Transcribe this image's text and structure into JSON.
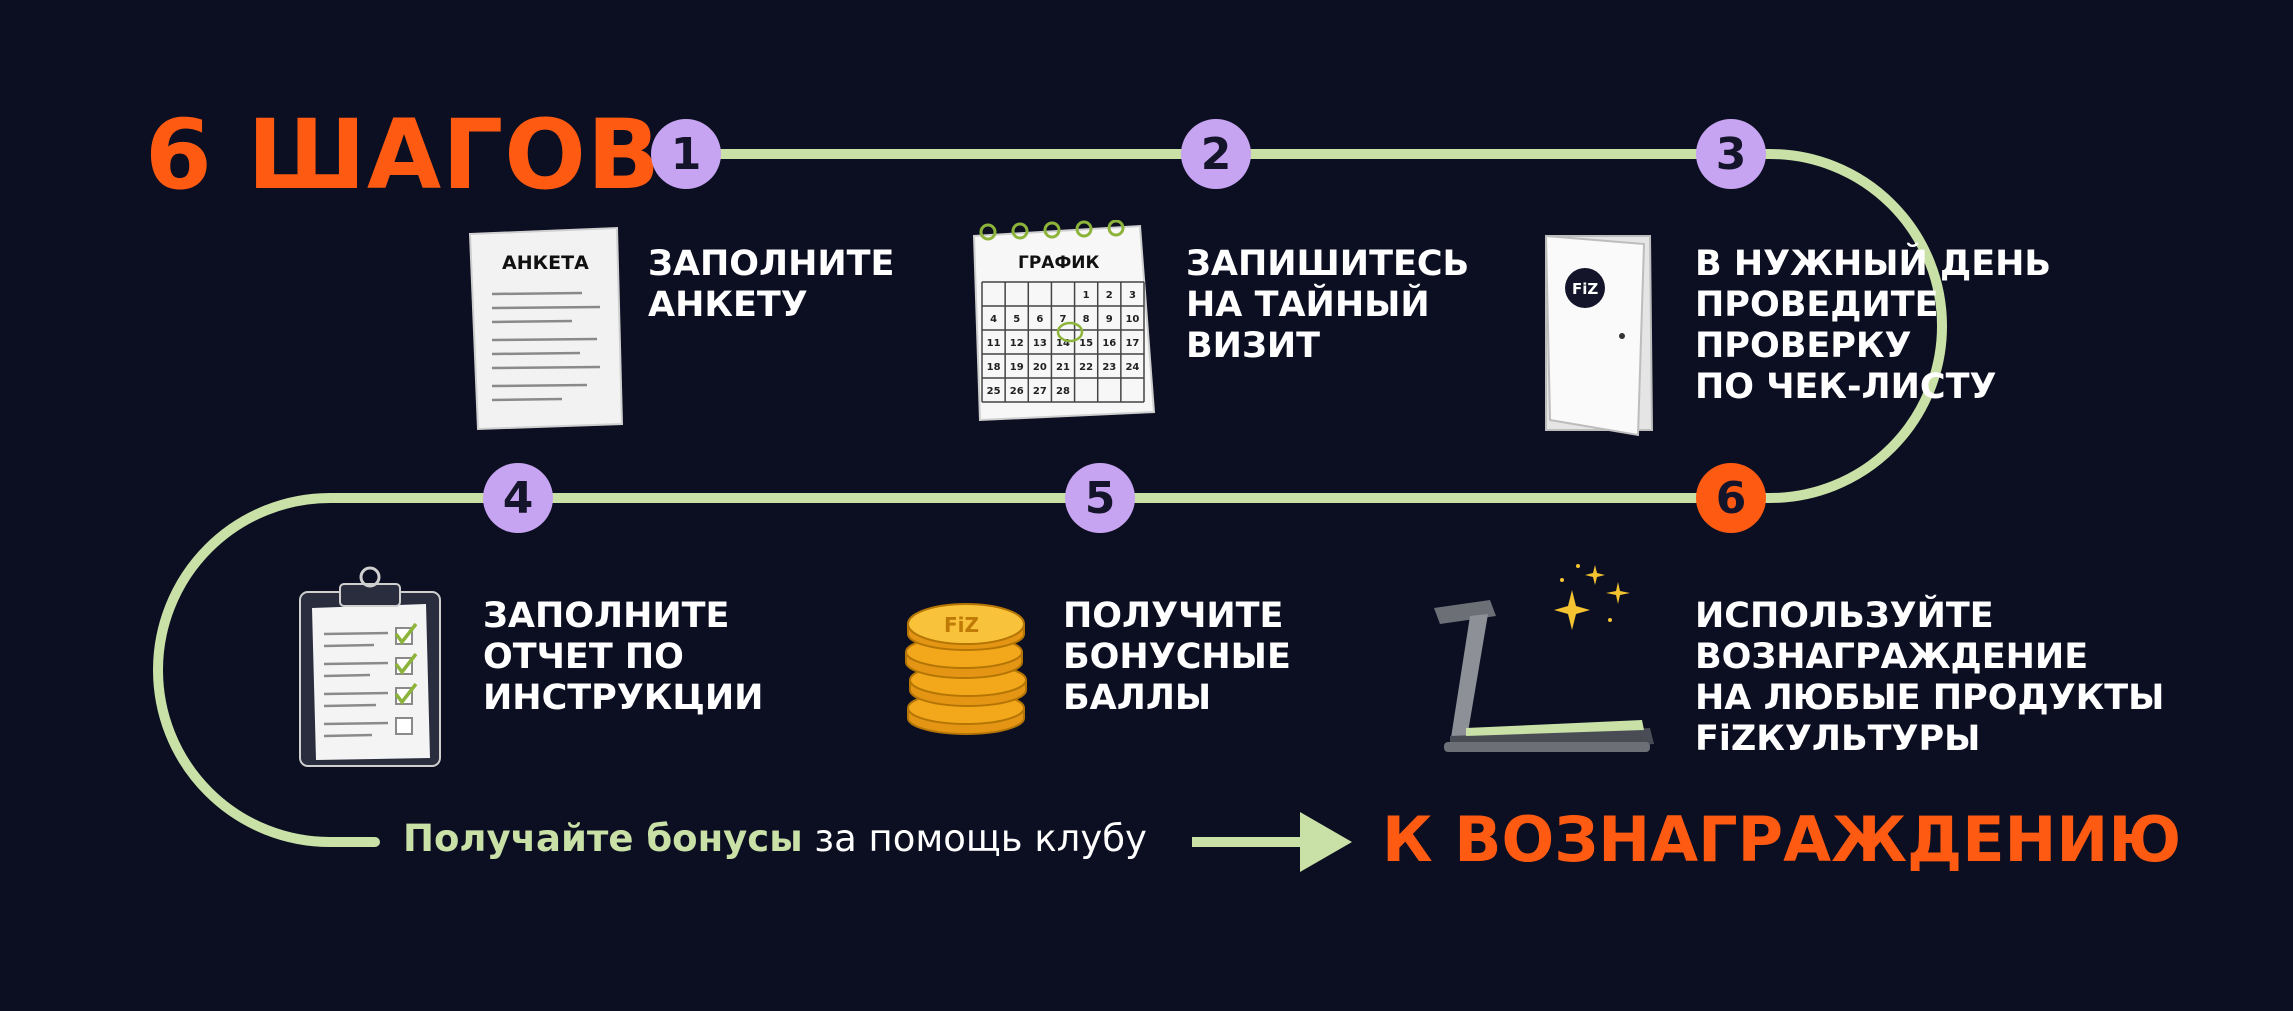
{
  "colors": {
    "background": "#0c0f22",
    "path": "#c9e0a6",
    "accent": "#ff5a12",
    "step_badge": "#c7a4f1",
    "step_badge_final": "#ff5a12",
    "step_number_text": "#14142a",
    "text": "#ffffff",
    "coin": "#f3a81b",
    "check": "#8db43a"
  },
  "title": "6 ШАГОВ",
  "steps": [
    {
      "number": "1",
      "lines": [
        "ЗАПОЛНИТЕ",
        "АНКЕТУ"
      ],
      "icon": "questionnaire-icon",
      "icon_text": "АНКЕТА"
    },
    {
      "number": "2",
      "lines": [
        "ЗАПИШИТЕСЬ",
        "НА ТАЙНЫЙ",
        "ВИЗИТ"
      ],
      "icon": "calendar-icon",
      "icon_text": "ГРАФИК"
    },
    {
      "number": "3",
      "lines": [
        "В НУЖНЫЙ ДЕНЬ",
        "ПРОВЕДИТЕ",
        "ПРОВЕРКУ",
        "ПО ЧЕК-ЛИСТУ"
      ],
      "icon": "door-icon",
      "icon_text": "FiZ"
    },
    {
      "number": "4",
      "lines": [
        "ЗАПОЛНИТЕ",
        "ОТЧЕТ ПО",
        "ИНСТРУКЦИИ"
      ],
      "icon": "clipboard-icon"
    },
    {
      "number": "5",
      "lines": [
        "ПОЛУЧИТЕ",
        "БОНУСНЫЕ",
        "БАЛЛЫ"
      ],
      "icon": "coins-icon",
      "icon_text": "FiZ"
    },
    {
      "number": "6",
      "lines": [
        "ИСПОЛЬЗУЙТЕ",
        "ВОЗНАГРАЖДЕНИЕ",
        "НА ЛЮБЫЕ ПРОДУКТЫ",
        "FiZКУЛЬТУРЫ"
      ],
      "icon": "treadmill-icon"
    }
  ],
  "calendar": {
    "days": [
      "1",
      "2",
      "3",
      "4",
      "5",
      "6",
      "7",
      "8",
      "9",
      "10",
      "11",
      "12",
      "13",
      "14",
      "15",
      "16",
      "17",
      "18",
      "19",
      "20",
      "21",
      "22",
      "23",
      "24",
      "25",
      "26",
      "27",
      "28"
    ],
    "highlighted": "14"
  },
  "bottom": {
    "accent": "Получайте бонусы",
    "rest": " за помощь клубу",
    "reward": "К ВОЗНАГРАЖДЕНИЮ"
  }
}
